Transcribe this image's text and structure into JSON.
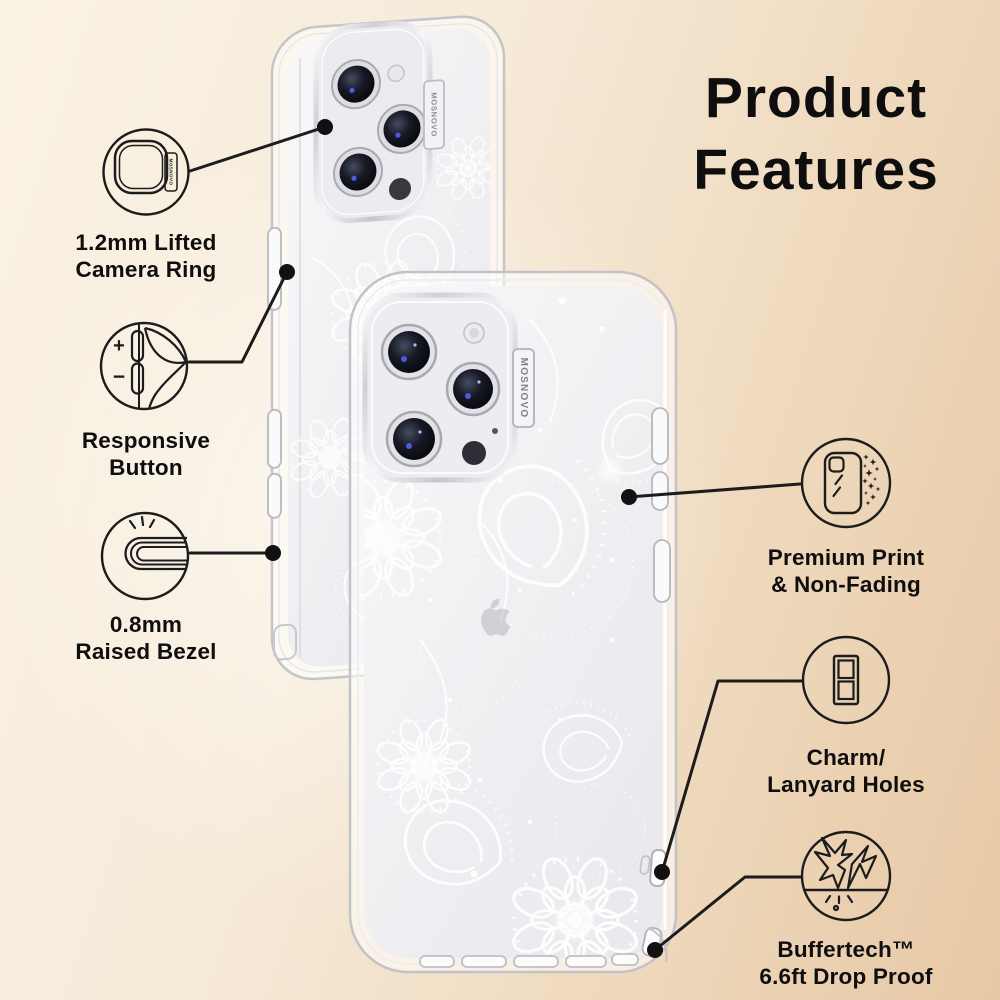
{
  "brand": "MOSNOVO",
  "title": {
    "line1": "Product",
    "line2": "Features"
  },
  "features": {
    "camera_ring": {
      "line1": "1.2mm Lifted",
      "line2": "Camera Ring"
    },
    "responsive_button": {
      "line1": "Responsive",
      "line2": "Button"
    },
    "raised_bezel": {
      "line1": "0.8mm",
      "line2": "Raised Bezel"
    },
    "premium_print": {
      "line1": "Premium Print",
      "line2": "& Non-Fading"
    },
    "lanyard_holes": {
      "line1": "Charm/",
      "line2": "Lanyard Holes"
    },
    "drop_proof": {
      "line1": "Buffertech™",
      "line2": "6.6ft Drop Proof"
    }
  },
  "icon_glyphs": {
    "plus": "+",
    "minus": "−"
  },
  "colors": {
    "line": "#1c1c1c",
    "text": "#0e0e0e",
    "background_top_left": "#faf2e4",
    "background_bottom_right": "#e6c8a5",
    "pattern": "#ffffff"
  }
}
